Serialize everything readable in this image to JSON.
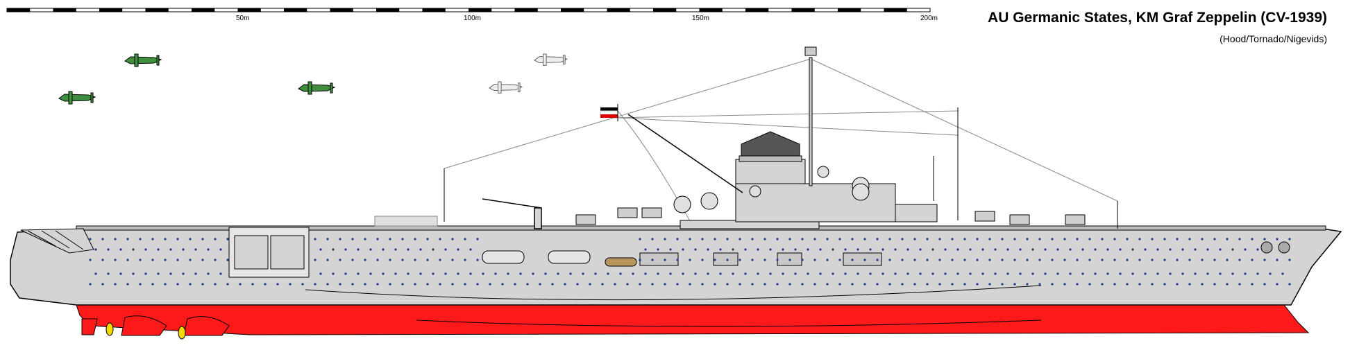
{
  "title": "AU Germanic States, KM Graf Zeppelin (CV-1939)",
  "credit": "(Hood/Tornado/Nigevids)",
  "scale": {
    "ticks": [
      "50m",
      "100m",
      "150m",
      "200m"
    ]
  },
  "colors": {
    "hull": "#d4d4d4",
    "antifouling": "#ff1a1a",
    "outline": "#000000",
    "portholes": "#1e3a8a",
    "funnel_cap": "#555555",
    "aircraft_green": "#3f8f3f",
    "boat_wood": "#b8955c"
  },
  "icons": [
    "ensign-flag-icon",
    "fighter-aircraft-icon",
    "dive-bomber-icon",
    "propeller-icon"
  ]
}
